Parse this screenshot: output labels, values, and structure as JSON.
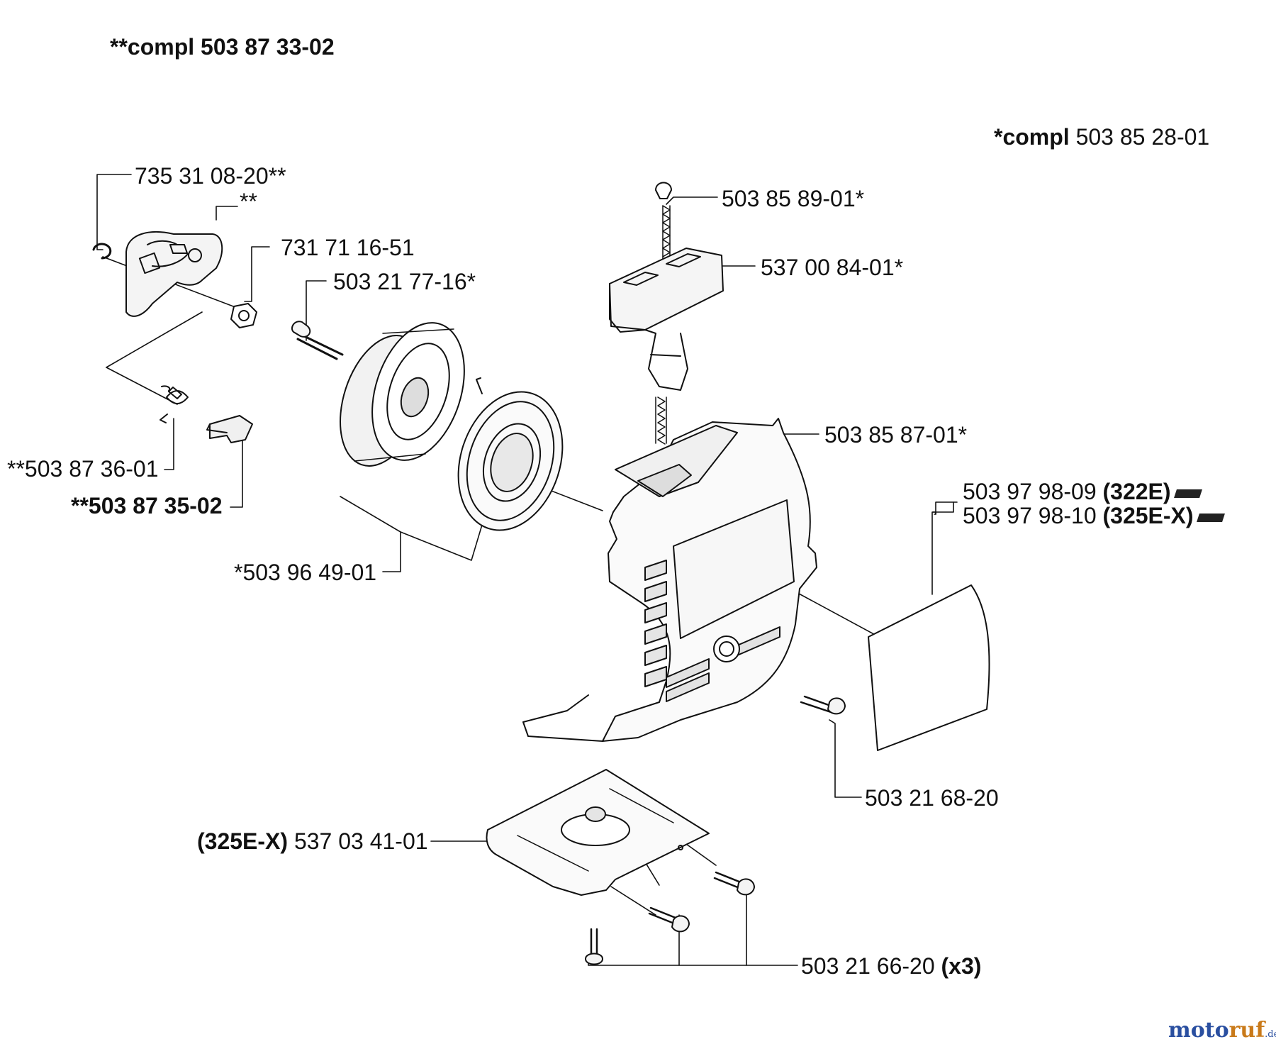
{
  "headers": {
    "set_a": "**compl 503 87 33-02",
    "set_b_prefix": "*compl",
    "set_b_number": "503 85 28-01"
  },
  "labels": {
    "p_735_31_08_20": "735 31 08-20**",
    "p_double_star": "**",
    "p_731_71_16_51": "731 71 16-51",
    "p_503_21_77_16": "503 21 77-16*",
    "p_503_87_36_01": "**503 87 36-01",
    "p_503_87_35_02": "**503 87 35-02",
    "p_503_96_49_01": "*503 96 49-01",
    "p_503_85_89_01": "503 85 89-01*",
    "p_537_00_84_01": "537 00 84-01*",
    "p_503_85_87_01": "503 85 87-01*",
    "p_503_97_98_09": "503 97 98-09",
    "p_503_97_98_09_model": "(322E)",
    "p_503_97_98_10": "503 97 98-10",
    "p_503_97_98_10_model": "(325E-X)",
    "p_503_21_68_20": "503 21 68-20",
    "p_537_03_41_01_model": "(325E-X)",
    "p_537_03_41_01": "537 03 41-01",
    "p_503_21_66_20": "503 21 66-20",
    "p_503_21_66_20_qty": "(x3)"
  },
  "watermark": {
    "text_a": "moto",
    "text_b": "ruf",
    "suffix": ".de",
    "color_a": "#2a4fa0",
    "color_b": "#c97a1a"
  }
}
